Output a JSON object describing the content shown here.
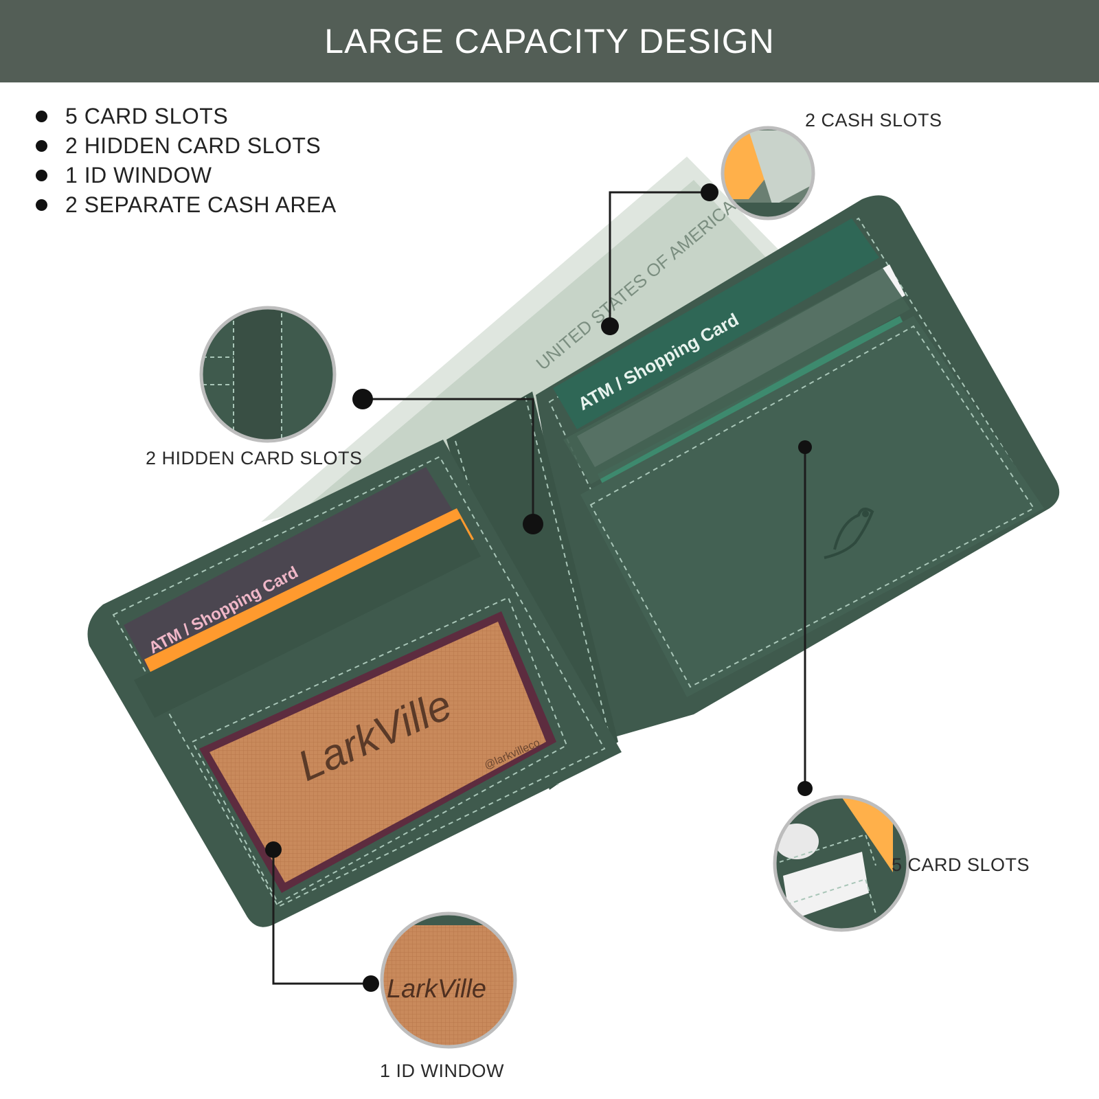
{
  "header": {
    "title": "LARGE CAPACITY DESIGN"
  },
  "features": [
    "5 CARD SLOTS",
    "2 HIDDEN CARD SLOTS",
    "1 ID WINDOW",
    "2 SEPARATE CASH AREA"
  ],
  "callouts": {
    "cash_slots": "2 CASH SLOTS",
    "hidden_card_slots": "2 HIDDEN CARD SLOTS",
    "card_slots": "5 CARD SLOTS",
    "id_window": "1 ID WINDOW"
  },
  "product": {
    "brand": "LarkVille",
    "social_handle": "@larkvilleco",
    "card_text": "ATM / Shopping Card",
    "bill_text": "UNITED STATES OF AMERICA"
  },
  "colors": {
    "header_bg": "#535e56",
    "leather": "#3f5a4d",
    "leather_dark": "#324a3f",
    "stitch": "#a9c6b8",
    "id_insert": "#c98a5c",
    "orange_card": "#ff9a2e",
    "bill": "#cfd9cf"
  }
}
